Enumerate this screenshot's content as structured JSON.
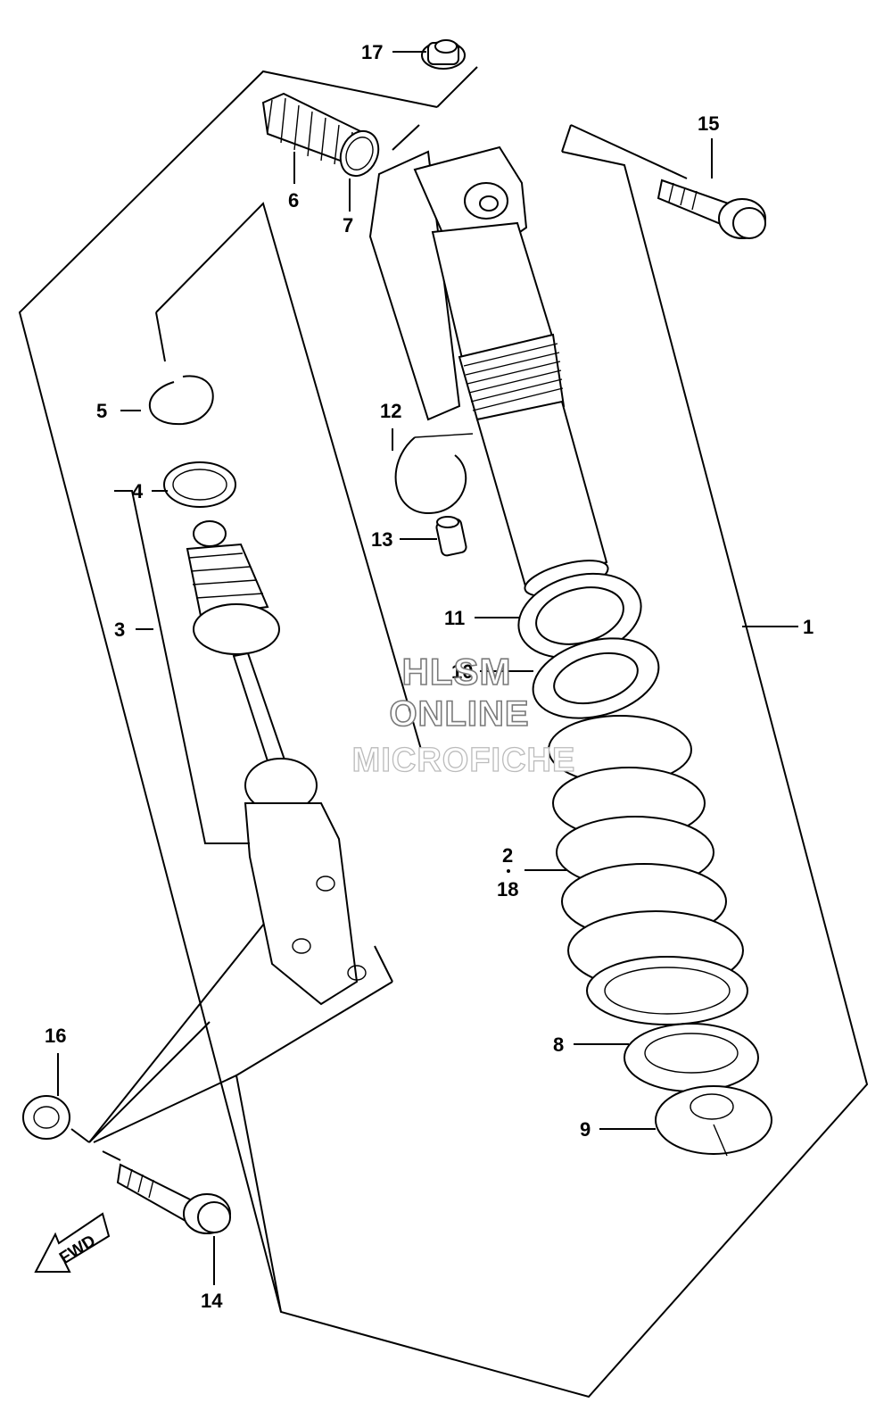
{
  "diagram": {
    "callouts": {
      "p1": "1",
      "p2": "2",
      "p18": "18",
      "p3": "3",
      "p4": "4",
      "p5": "5",
      "p6": "6",
      "p7": "7",
      "p8": "8",
      "p9": "9",
      "p10": "10",
      "p11": "11",
      "p12": "12",
      "p13": "13",
      "p14": "14",
      "p15": "15",
      "p16": "16",
      "p17": "17"
    },
    "fwd_label": "FWD",
    "watermark": {
      "line1": "HLSM",
      "line2": "ONLINE",
      "line3": "MICROFICHE"
    }
  }
}
